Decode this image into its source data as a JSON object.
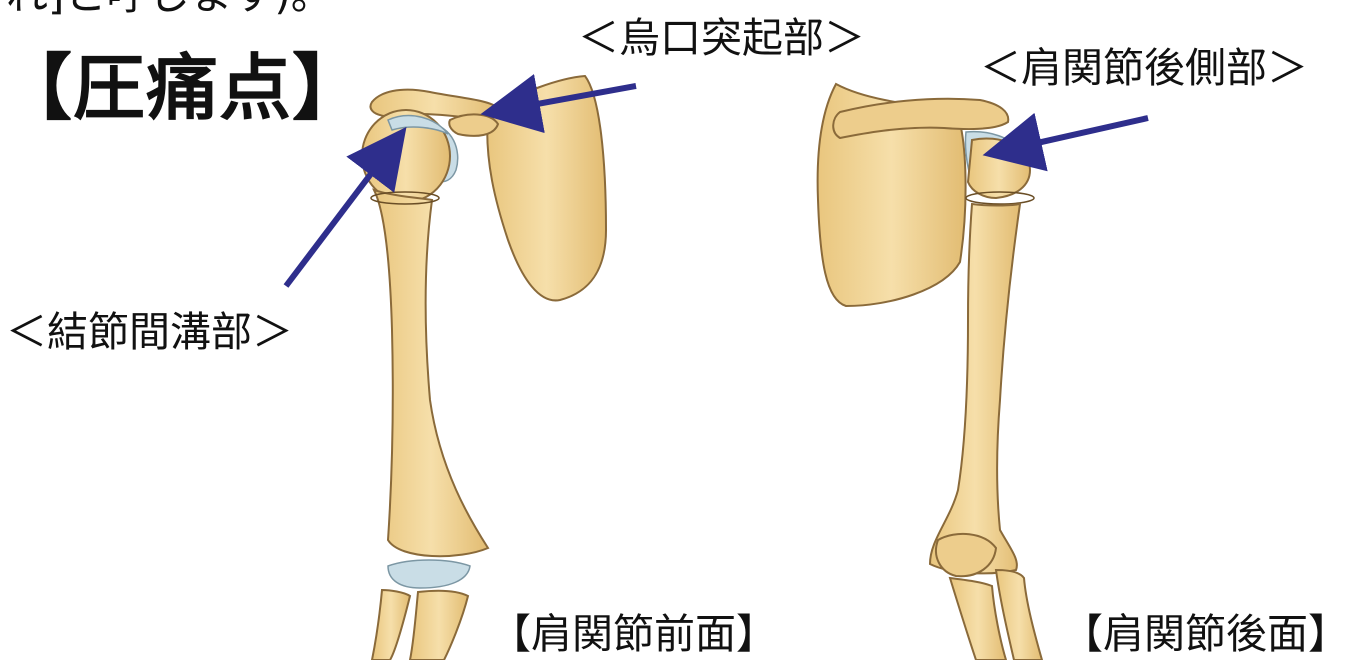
{
  "header": {
    "partial_text": "れ]と呼じます)。",
    "heading": "【圧痛点】"
  },
  "labels": {
    "coracoid": "＜烏口突起部＞",
    "shoulder_posterior": "＜肩関節後側部＞",
    "bicipital_groove": "＜結節間溝部＞"
  },
  "captions": {
    "front": "【肩関節前面】",
    "back": "【肩関節後面】"
  },
  "colors": {
    "bone_fill": "#F4D9A0",
    "bone_outline": "#8A6A3A",
    "cartilage": "#C9DDE6",
    "arrow": "#2E2E8C",
    "text": "#111111"
  }
}
